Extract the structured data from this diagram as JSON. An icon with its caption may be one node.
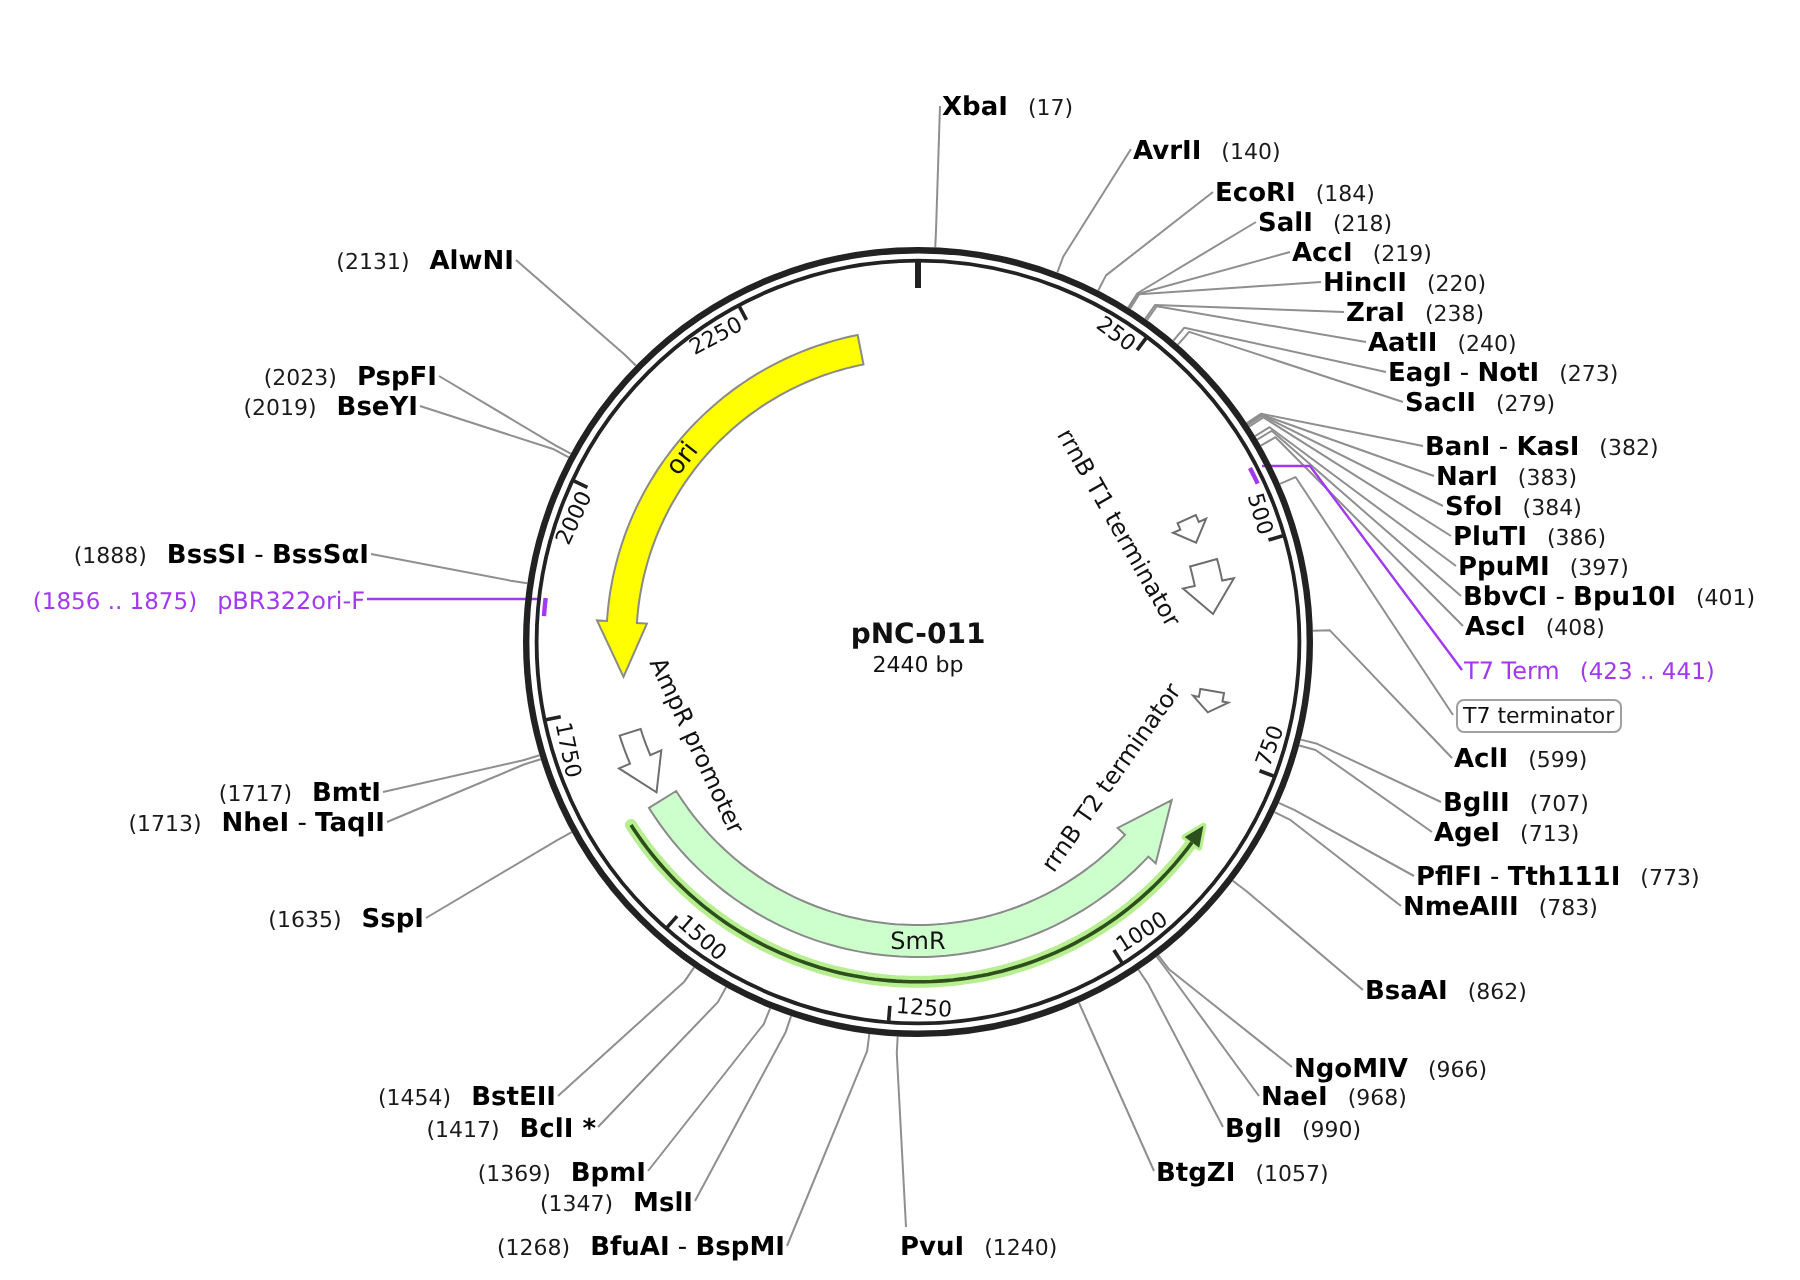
{
  "diagram": {
    "nodes": [
      {
        "text": [
          "pNC-011",
          "2440 bp"
        ]
      },
      {
        "text": [
          "ori"
        ],
        "in": 0
      },
      {
        "text": [
          "rrnB T1 terminator"
        ],
        "in": 0
      },
      {
        "text": [],
        "shape": "arrow",
        "in": 0
      },
      {
        "text": [
          "rrnB T2 terminator"
        ],
        "in": 0
      },
      {
        "text": [
          "SmR"
        ],
        "in": 0
      },
      {
        "text": [],
        "shape": "arrow",
        "in": 0
      },
      {
        "text": [
          "AmpR promoter"
        ],
        "in": 0
      },
      {
        "text": [
          "XbaI",
          "(17)"
        ]
      },
      {
        "text": [
          "AvrII",
          "(140)"
        ]
      },
      {
        "text": [
          "EcoRI",
          "(184)"
        ]
      },
      {
        "text": [
          "SalI",
          "(218)"
        ]
      },
      {
        "text": [
          "AccI",
          "(219)"
        ]
      },
      {
        "text": [
          "HincII",
          "(220)"
        ]
      },
      {
        "text": [
          "ZraI",
          "(238)"
        ]
      },
      {
        "text": [
          "AatII",
          "(240)"
        ]
      },
      {
        "text": [
          "**EagI** - **NotI**",
          "(273)"
        ]
      },
      {
        "text": [
          "SacII",
          "(279)"
        ]
      },
      {
        "text": [
          "**BanI** - **KasI**",
          "(382)"
        ]
      },
      {
        "text": [
          "NarI",
          "(383)"
        ]
      },
      {
        "text": [
          "SfoI",
          "(384)"
        ]
      },
      {
        "text": [
          "PluTI",
          "(386)"
        ]
      },
      {
        "text": [
          "PpuMI",
          "(397)"
        ]
      },
      {
        "text": [
          "**BbvCI** - **Bpu10I**",
          "(401)"
        ]
      },
      {
        "text": [
          "AscI",
          "(408)"
        ]
      },
      {
        "text": [
          "T7 Term",
          "(423 .. 441)"
        ]
      },
      {
        "text": [],
        "shape": "bar",
        "in": 0
      },
      {
        "text": [
          "T7 terminator"
        ]
      },
      {
        "text": [
          "AclI",
          "(599)"
        ]
      },
      {
        "text": [
          "BglII",
          "(707)"
        ]
      },
      {
        "text": [
          "AgeI",
          "(713)"
        ]
      },
      {
        "text": [
          "**PflFI** - **Tth111I**",
          "(773)"
        ]
      },
      {
        "text": [
          "NmeAIII",
          "(783)"
        ]
      },
      {
        "text": [
          "BsaAI",
          "(862)"
        ]
      },
      {
        "text": [
          "NgoMIV",
          "(966)"
        ]
      },
      {
        "text": [
          "NaeI",
          "(968)"
        ]
      },
      {
        "text": [
          "BglI",
          "(990)"
        ]
      },
      {
        "text": [
          "BtgZI",
          "(1057)"
        ]
      },
      {
        "text": [
          "PvuI",
          "(1240)"
        ]
      },
      {
        "text": [
          "(1268)",
          "**BfuAI** - **BspMI**"
        ]
      },
      {
        "text": [
          "(1347)",
          "MslI"
        ]
      },
      {
        "text": [
          "(1369)",
          "BpmI"
        ]
      },
      {
        "text": [
          "(1417)",
          "BclI *"
        ]
      },
      {
        "text": [
          "(1454)",
          "BstEII"
        ]
      },
      {
        "text": [
          "(1635)",
          "SspI"
        ]
      },
      {
        "text": [
          "(1713)",
          "**NheI** - **TaqII**"
        ]
      },
      {
        "text": [
          "(1717)",
          "BmtI"
        ]
      },
      {
        "text": [
          "(1856 .. 1875)",
          "pBR322ori-F"
        ]
      },
      {
        "text": [],
        "shape": "bar",
        "in": 0
      },
      {
        "text": [
          "(1888)",
          "**BssSI** - **BssSαI**"
        ]
      },
      {
        "text": [
          "(2019)",
          "BseYI"
        ]
      },
      {
        "text": [
          "(2023)",
          "PspFI"
        ]
      },
      {
        "text": [
          "(2131)",
          "AlwNI"
        ]
      }
    ],
    "edges": [
      {
        "from": 8,
        "to": 0,
        "arrow": "none"
      },
      {
        "from": 9,
        "to": 0,
        "arrow": "none"
      },
      {
        "from": 10,
        "to": 0,
        "arrow": "none"
      },
      {
        "from": 11,
        "to": 0,
        "arrow": "none"
      },
      {
        "from": 12,
        "to": 0,
        "arrow": "none"
      },
      {
        "from": 13,
        "to": 0,
        "arrow": "none"
      },
      {
        "from": 14,
        "to": 0,
        "arrow": "none"
      },
      {
        "from": 15,
        "to": 0,
        "arrow": "none"
      },
      {
        "from": 16,
        "to": 0,
        "arrow": "none"
      },
      {
        "from": 17,
        "to": 0,
        "arrow": "none"
      },
      {
        "from": 18,
        "to": 0,
        "arrow": "none"
      },
      {
        "from": 19,
        "to": 0,
        "arrow": "none"
      },
      {
        "from": 20,
        "to": 0,
        "arrow": "none"
      },
      {
        "from": 21,
        "to": 0,
        "arrow": "none"
      },
      {
        "from": 22,
        "to": 0,
        "arrow": "none"
      },
      {
        "from": 23,
        "to": 0,
        "arrow": "none"
      },
      {
        "from": 24,
        "to": 0,
        "arrow": "none"
      },
      {
        "from": 25,
        "to": 26,
        "arrow": "none",
        "color": "#a238f0"
      },
      {
        "from": 27,
        "to": 0,
        "arrow": "none"
      },
      {
        "from": 28,
        "to": 0,
        "arrow": "none"
      },
      {
        "from": 29,
        "to": 0,
        "arrow": "none"
      },
      {
        "from": 30,
        "to": 0,
        "arrow": "none"
      },
      {
        "from": 31,
        "to": 0,
        "arrow": "none"
      },
      {
        "from": 32,
        "to": 0,
        "arrow": "none"
      },
      {
        "from": 33,
        "to": 0,
        "arrow": "none"
      },
      {
        "from": 34,
        "to": 0,
        "arrow": "none"
      },
      {
        "from": 35,
        "to": 0,
        "arrow": "none"
      },
      {
        "from": 36,
        "to": 0,
        "arrow": "none"
      },
      {
        "from": 37,
        "to": 0,
        "arrow": "none"
      },
      {
        "from": 38,
        "to": 0,
        "arrow": "none"
      },
      {
        "from": 39,
        "to": 0,
        "arrow": "none"
      },
      {
        "from": 40,
        "to": 0,
        "arrow": "none"
      },
      {
        "from": 41,
        "to": 0,
        "arrow": "none"
      },
      {
        "from": 42,
        "to": 0,
        "arrow": "none"
      },
      {
        "from": 43,
        "to": 0,
        "arrow": "none"
      },
      {
        "from": 44,
        "to": 0,
        "arrow": "none"
      },
      {
        "from": 45,
        "to": 0,
        "arrow": "none"
      },
      {
        "from": 46,
        "to": 0,
        "arrow": "none"
      },
      {
        "from": 47,
        "to": 48,
        "arrow": "none",
        "color": "#a238f0"
      },
      {
        "from": 49,
        "to": 0,
        "arrow": "none"
      },
      {
        "from": 50,
        "to": 0,
        "arrow": "none"
      },
      {
        "from": 51,
        "to": 0,
        "arrow": "none"
      },
      {
        "from": 52,
        "to": 0,
        "arrow": "none"
      }
    ],
    "labels": [
      "250",
      "500",
      "750",
      "1000",
      "1250",
      "1500",
      "1750",
      "2000",
      "2250"
    ]
  }
}
